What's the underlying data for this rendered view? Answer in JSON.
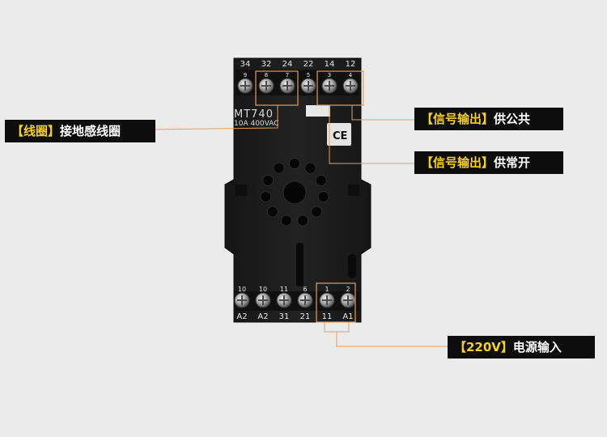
{
  "labels": {
    "coil_ground": {
      "bracket": "【线圈】",
      "text": "接地感线圈"
    },
    "signal_common": {
      "bracket": "【信号输出】",
      "text": "供公共"
    },
    "signal_no": {
      "bracket": "【信号输出】",
      "text": "供常开"
    },
    "power": {
      "bracket": "【220V】",
      "text": "电源输入"
    }
  },
  "relay": {
    "model": "MT740",
    "rating": "10A 400VAC",
    "ce_mark": "CE",
    "top_terminals": [
      {
        "upper": "34",
        "lower": "9"
      },
      {
        "upper": "32",
        "lower": "8"
      },
      {
        "upper": "24",
        "lower": "7"
      },
      {
        "upper": "22",
        "lower": "5"
      },
      {
        "upper": "14",
        "lower": "3"
      },
      {
        "upper": "12",
        "lower": "4"
      }
    ],
    "bottom_terminals": [
      {
        "upper": "10",
        "lower": "A2"
      },
      {
        "upper": "10",
        "lower": "A2"
      },
      {
        "upper": "11",
        "lower": "31"
      },
      {
        "upper": "6",
        "lower": "21"
      },
      {
        "upper": "1",
        "lower": "11"
      },
      {
        "upper": "2",
        "lower": "A1"
      }
    ]
  },
  "colors": {
    "background": "#ecebeb",
    "relay_body": "#1c1c1c",
    "label_highlight": "#f7d21d",
    "label_text": "#ffffff",
    "callout_line": "#e0a060"
  }
}
